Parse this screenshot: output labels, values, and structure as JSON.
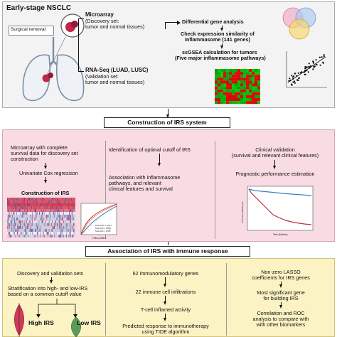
{
  "top": {
    "title": "Early-stage NSCLC",
    "surgical_label": "Surgical removal",
    "microarray": {
      "title": "Microarray",
      "sub1": "(Discovery set:",
      "sub2": "tumor and normal tissues)"
    },
    "rnaseq": {
      "title": "RNA-Seq (LUAD, LUSC)",
      "sub1": "(Validation set:",
      "sub2": "tumor and normal tissues)"
    },
    "steps": [
      "Differential gene analysis",
      "Check expression similarity of",
      "Inflammasome (141 genes)",
      "ssGSEA calculation for tumors",
      "(Five major inflammasome pathways)"
    ]
  },
  "mid": {
    "title": "Construction of IRS system",
    "col1": [
      "Microarray with complete",
      "survival data for discovery set",
      "construction",
      "Univariate Cox regression",
      "Construction of IRS"
    ],
    "col2": [
      "Identification of optimal cutoff of IRS",
      "Association with inflammasome",
      "pathways, and relevant",
      "clinical features and survival"
    ],
    "col3": [
      "Clinical validation",
      "(survival and relevant clinical features)",
      "Prognostic performance estimation"
    ],
    "roc_legend": [
      "Train AUC = 0.671",
      "Test AUC = 0.605",
      "Test AUC = 0.657"
    ],
    "roc_xlabel": "False positive",
    "km_xlabel": "Time (Months)",
    "km_ylabel": "Survival probability (%)"
  },
  "bottom": {
    "title": "Association of IRS with immune response",
    "col1": [
      "Discovery and validation sets",
      "Stratification into high- and low-IRS",
      "based on a common cutoff value",
      "High IRS",
      "Low IRS"
    ],
    "col2": [
      "62 immunomodulatory genes",
      "22 immune cell infiltrations",
      "T-cell inflamed activity",
      "Predicted response to immunotherapy",
      "using TIDE algorithm"
    ],
    "col3": [
      "Non-zero LASSO",
      "coefficients for IRS genes",
      "Most significant gene",
      "for building IRS",
      "Correlation and ROC",
      "analysis to compare with",
      "with other biomarkers"
    ]
  },
  "colors": {
    "top_bg": "#f3f3f3",
    "mid_bg": "#f9dbe3",
    "bottom_bg": "#fbf3c4",
    "venn_pink": "#f1a7c8",
    "venn_blue": "#a9c9ef",
    "venn_yellow": "#f6d76a",
    "km_blue": "#3a80b8",
    "km_red": "#c6283f",
    "tumor_red": "#c3264a"
  }
}
